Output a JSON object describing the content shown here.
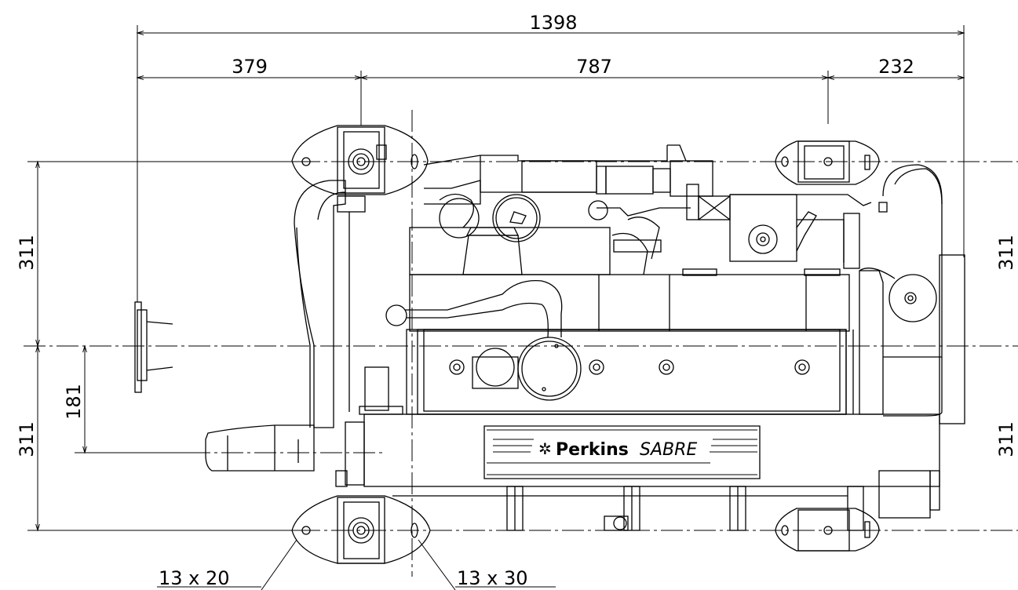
{
  "dimensions": {
    "overall_length": "1398",
    "segment_left": "379",
    "segment_middle": "787",
    "segment_right": "232",
    "height_upper_left": "311",
    "height_lower_left": "311",
    "height_upper_right": "311",
    "height_lower_right": "311",
    "offset_181": "181"
  },
  "callouts": {
    "hole_left": "13 x 20",
    "hole_right": "13 x 30"
  },
  "nameplate": {
    "brand": "Perkins",
    "model": "SABRE"
  }
}
